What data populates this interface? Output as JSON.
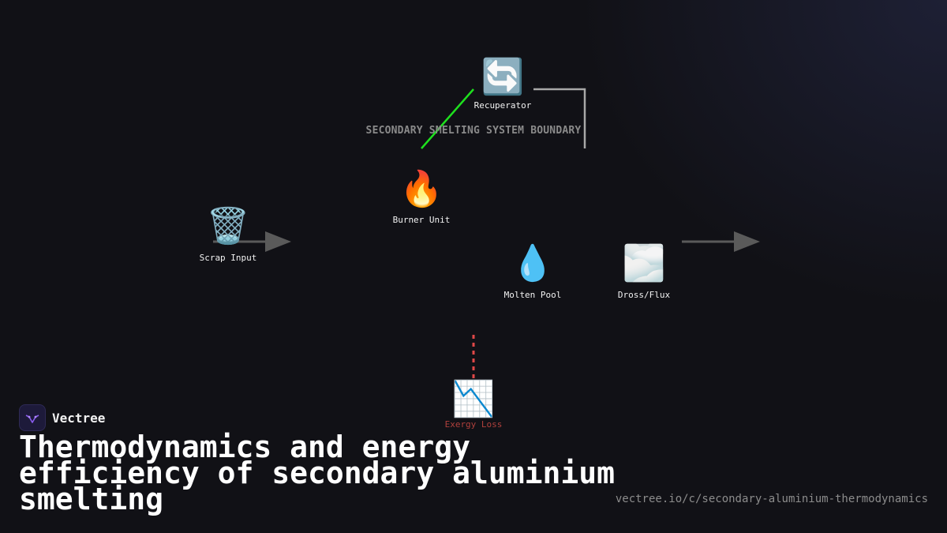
{
  "diagram": {
    "boundary_label": "SECONDARY SMELTING SYSTEM BOUNDARY",
    "nodes": {
      "scrap_input": {
        "icon": "trash-can-icon",
        "glyph": "🗑️",
        "label": "Scrap Input"
      },
      "burner_unit": {
        "icon": "fire-icon",
        "glyph": "🔥",
        "label": "Burner Unit"
      },
      "recuperator": {
        "icon": "cycle-arrows-icon",
        "glyph": "🔄",
        "label": "Recuperator"
      },
      "molten_pool": {
        "icon": "droplet-icon",
        "glyph": "💧",
        "label": "Molten Pool"
      },
      "dross_flux": {
        "icon": "fog-icon",
        "glyph": "🌫️",
        "label": "Dross/Flux"
      },
      "exergy_loss": {
        "icon": "chart-decreasing-icon",
        "glyph": "📉",
        "label": "Exergy Loss"
      }
    },
    "colors": {
      "arrow": "#5a5a5a",
      "boundary_line": "#a8a8a8",
      "heat_recovery_line": "#1ee01e",
      "loss_line": "#e04848",
      "loss_label": "#b0403c"
    }
  },
  "brand": {
    "name": "Vectree",
    "logo_icon": "vectree-logo-icon",
    "accent": "#8a5cf0"
  },
  "title": "Thermodynamics and energy efficiency of secondary aluminium smelting",
  "footer_url": "vectree.io/c/secondary-aluminium-thermodynamics"
}
